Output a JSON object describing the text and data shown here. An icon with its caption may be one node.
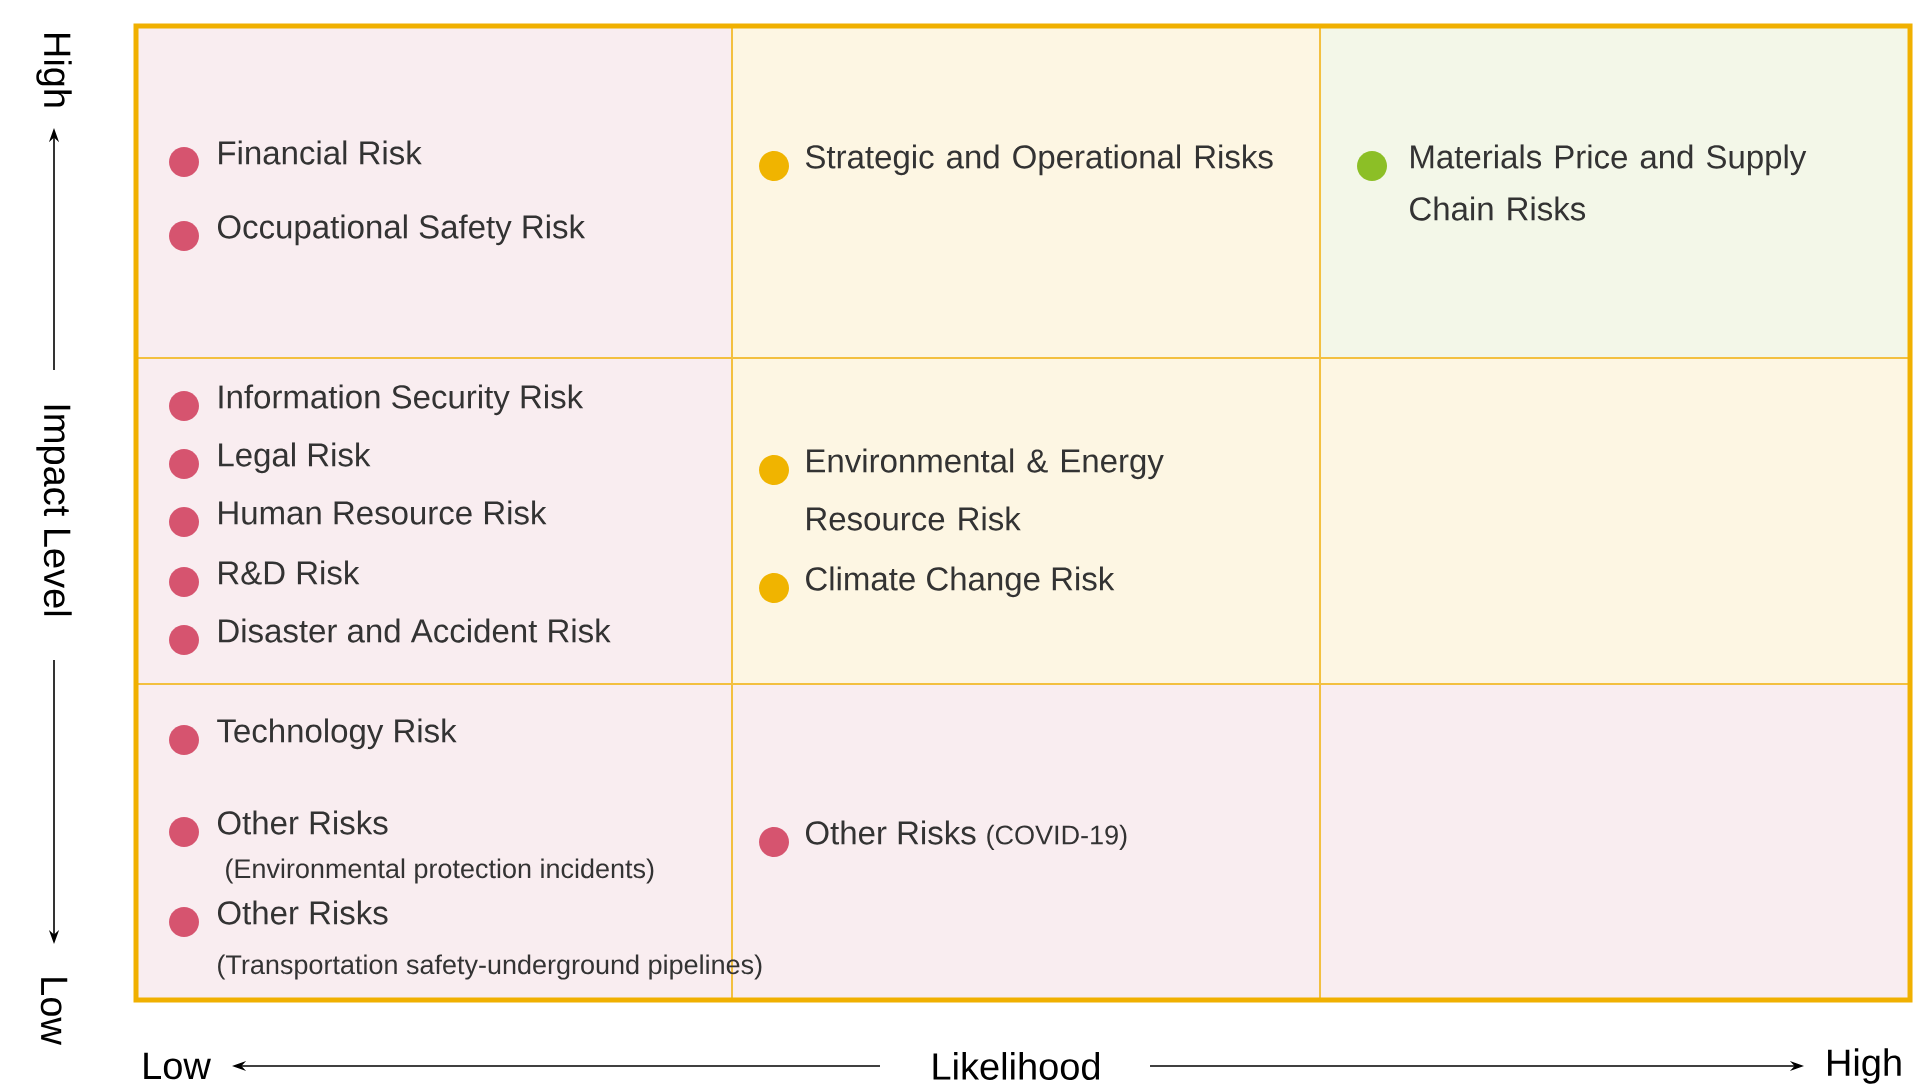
{
  "diagram": {
    "nodes": [
      {
        "text": [
          "Financial Risk",
          "Occupational Safety Risk"
        ]
      },
      {
        "text": [
          "Strategic and Operational Risks"
        ]
      },
      {
        "text": [
          "Materials Price and Supply Chain Risks"
        ]
      },
      {
        "text": [
          "Information Security Risk",
          "Legal Risk",
          "Human Resource Risk",
          "R&D Risk",
          "Disaster and Accident Risk"
        ]
      },
      {
        "text": [
          "Environmental & Energy Resource Risk",
          "Climate Change Risk"
        ]
      },
      {
        "text": [],
        "shape": "box"
      },
      {
        "text": [
          "Technology Risk",
          "Other Risks",
          "(Environmental protection incidents)",
          "Other Risks",
          "(Transportation safety-underground pipelines)"
        ]
      },
      {
        "text": [
          "Other Risks",
          "(COVID-19)"
        ]
      },
      {
        "text": [],
        "shape": "box"
      }
    ],
    "labels": [
      "High",
      "Impact Level",
      "Low",
      "Low",
      "Likelihood",
      "High"
    ]
  }
}
